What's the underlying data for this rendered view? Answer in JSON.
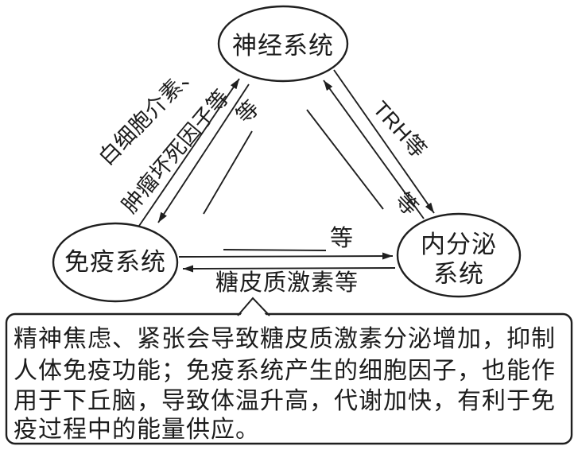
{
  "canvas": {
    "ink_color": "#1f1f1f",
    "paper_color": "#ffffff"
  },
  "nodes": {
    "nervous": {
      "label": "神经系统"
    },
    "immune": {
      "label": "免疫系统"
    },
    "endocrine": {
      "label_line1": "内分泌",
      "label_line2": "系统"
    }
  },
  "edge_labels": {
    "immune_to_nervous_line1": "白细胞介素、",
    "immune_to_nervous_line2": "肿瘤坏死因子等",
    "nervous_to_immune": "等",
    "nervous_to_endocrine": "TRH等",
    "endocrine_to_nervous": "等",
    "immune_to_endocrine": "等",
    "endocrine_to_immune": "糖皮质激素等"
  },
  "note_box": {
    "lines": [
      "精神焦虑、紧张会导致糖皮质激素分泌增加，抑制",
      "人体免疫功能；免疫系统产生的细胞因子，也能作",
      "用于下丘脑，导致体温升高，代谢加快，有利于免",
      "疫过程中的能量供应。"
    ]
  }
}
